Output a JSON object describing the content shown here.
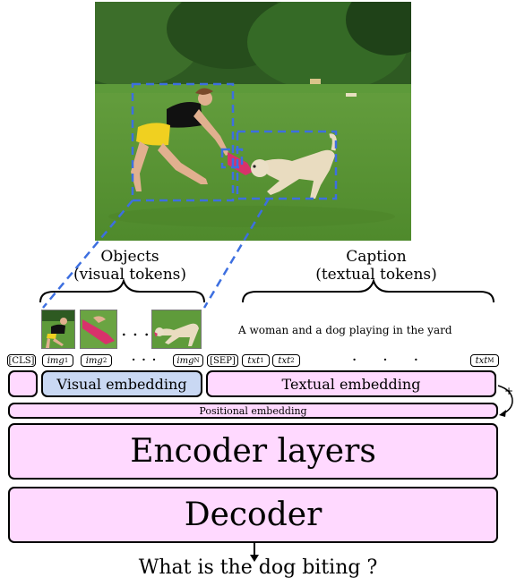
{
  "photo": {
    "description_icon": "photo-woman-dog-icon"
  },
  "labels": {
    "objects_line1": "Objects",
    "objects_line2": "(visual tokens)",
    "caption_line1": "Caption",
    "caption_line2": "(textual tokens)"
  },
  "caption_text": "A  woman  and  a  dog playing in the yard",
  "tokens": {
    "cls": "[CLS]",
    "img1": "img",
    "img1_sub": "1",
    "img2": "img",
    "img2_sub": "2",
    "imgN": "img",
    "imgN_sub": "N",
    "sep": "[SEP]",
    "txt1": "txt",
    "txt1_sub": "1",
    "txt2": "txt",
    "txt2_sub": "2",
    "txtM": "txt",
    "txtM_sub": "M",
    "dots": "· · ·"
  },
  "thumb_dots": ". . .",
  "text_dots": "·     ·     ·",
  "blocks": {
    "visual_embedding": "Visual embedding",
    "textual_embedding": "Textual embedding",
    "positional_embedding": "Positional embedding",
    "encoder": "Encoder layers",
    "decoder": "Decoder"
  },
  "plus_sign": "+",
  "question": "What is the dog biting  ?",
  "colors": {
    "embedding_pink": "#ffd9ff",
    "visual_blue": "#c9d8f3",
    "dashed_blue": "#3d6fe0",
    "grass_green": "#5e9a3a"
  }
}
